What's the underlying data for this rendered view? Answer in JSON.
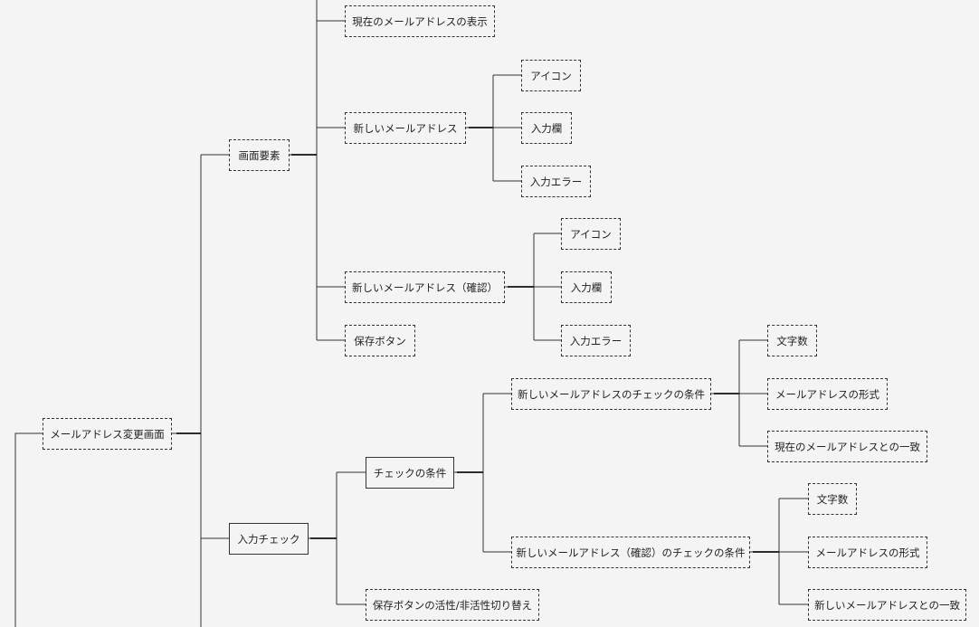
{
  "nodes": {
    "root": "メールアドレス変更画面",
    "screen_elements": "画面要素",
    "current_email_display": "現在のメールアドレスの表示",
    "new_email": "新しいメールアドレス",
    "new_email_icon": "アイコン",
    "new_email_input": "入力欄",
    "new_email_error": "入力エラー",
    "new_email_confirm": "新しいメールアドレス（確認）",
    "confirm_icon": "アイコン",
    "confirm_input": "入力欄",
    "confirm_error": "入力エラー",
    "save_button": "保存ボタン",
    "input_check": "入力チェック",
    "check_conditions": "チェックの条件",
    "new_email_check_conditions": "新しいメールアドレスのチェックの条件",
    "cond1_char_count": "文字数",
    "cond1_format": "メールアドレスの形式",
    "cond1_match_current": "現在のメールアドレスとの一致",
    "confirm_check_conditions": "新しいメールアドレス（確認）のチェックの条件",
    "cond2_char_count": "文字数",
    "cond2_format": "メールアドレスの形式",
    "cond2_match_new": "新しいメールアドレスとの一致",
    "save_button_toggle": "保存ボタンの活性/非活性切り替え"
  },
  "colors": {
    "background": "#f4f4f4",
    "line": "#333333",
    "text": "#222222"
  }
}
